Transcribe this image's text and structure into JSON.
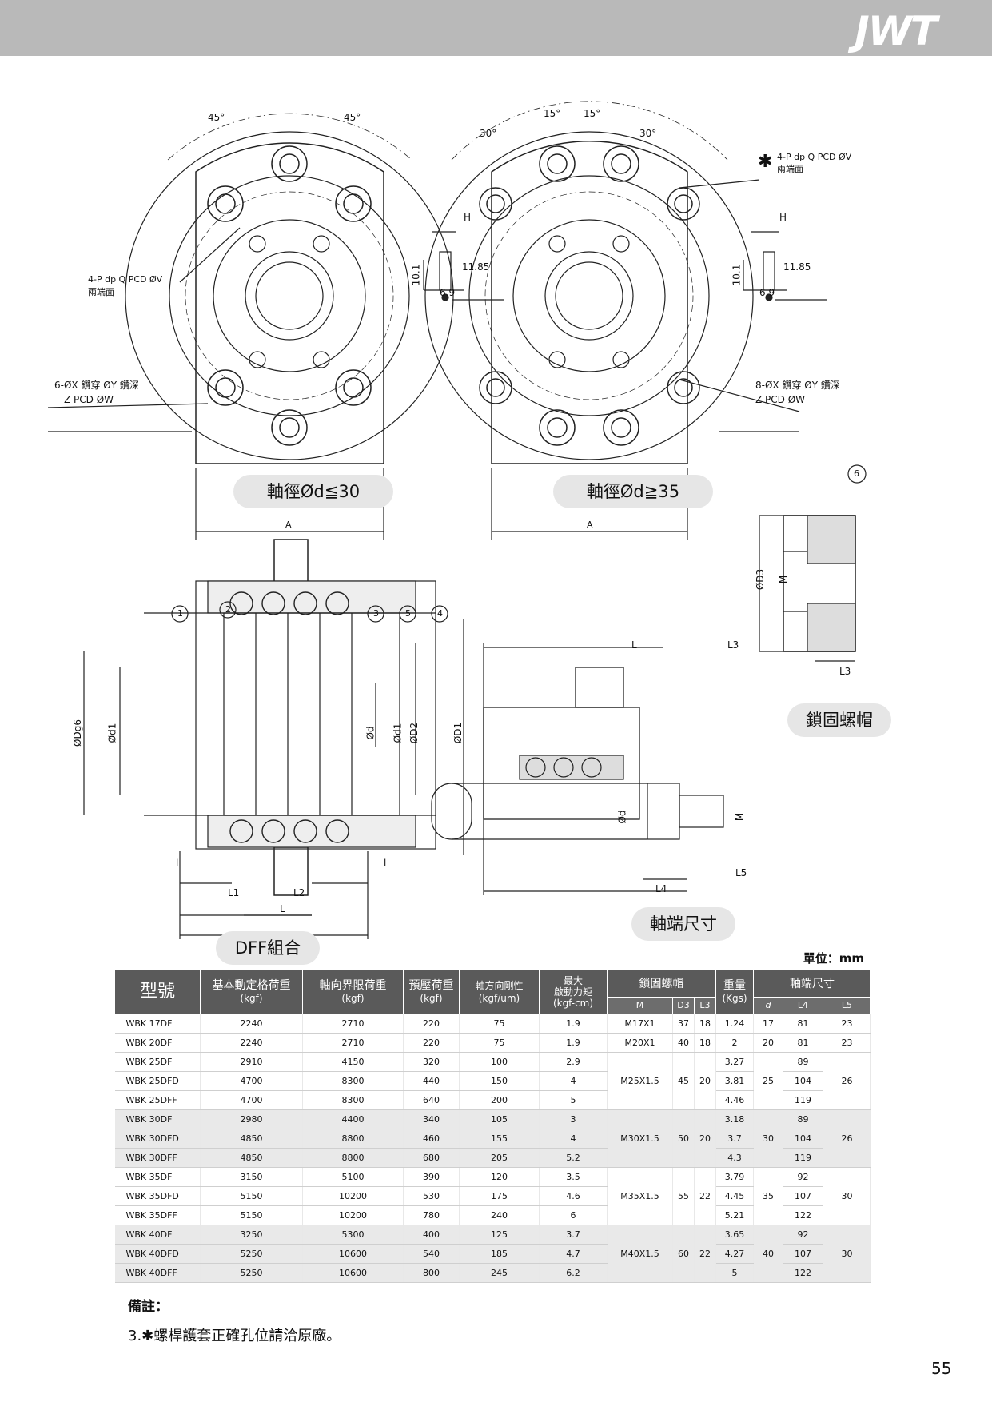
{
  "brand": "JWT",
  "drawing": {
    "left_view": {
      "angle_a": "45°",
      "angle_b": "45°",
      "callout_tap": "4-P dp Q PCD ØV",
      "callout_tap_sub": "兩端面",
      "callout_h": "H",
      "dim_1185": "11.85",
      "dim_101": "10.1",
      "dim_69": "6.9",
      "callout_holes": "6-ØX 鑽穿 ØY 鑽深",
      "callout_pcd": "Z PCD ØW",
      "dim_a": "A",
      "caption": "軸徑Ød≦30"
    },
    "right_view": {
      "angle_a": "30°",
      "angle_b": "15°",
      "angle_c": "15°",
      "angle_d": "30°",
      "callout_star": "✱",
      "callout_tap": "4-P dp Q PCD ØV",
      "callout_tap_sub": "兩端面",
      "callout_h": "H",
      "dim_1185": "11.85",
      "dim_101": "10.1",
      "dim_69": "6.9",
      "callout_holes": "8-ØX 鑽穿 ØY 鑽深",
      "callout_pcd": "Z PCD ØW",
      "dim_a": "A",
      "caption": "軸徑Ød≧35"
    },
    "locknut": {
      "balloon": "6",
      "dim_d3": "ØD3",
      "dim_m": "M",
      "dim_l3": "L3",
      "caption": "鎖固螺帽"
    },
    "section": {
      "balloons": [
        "1",
        "2",
        "3",
        "5",
        "4"
      ],
      "dim_dg6": "ØDg6",
      "dim_d1_left": "Ød1",
      "dim_d": "Ød",
      "dim_d1": "Ød1",
      "dim_d2": "ØD2",
      "dim_D1": "ØD1",
      "dim_l_left": "l",
      "dim_l_right": "l",
      "dim_L1": "L1",
      "dim_L2": "L2",
      "dim_L": "L",
      "caption": "DFF組合"
    },
    "shaft_end": {
      "dim_L": "L",
      "dim_L3": "L3",
      "dim_d": "Ød",
      "dim_M": "M",
      "dim_L5": "L5",
      "dim_L4": "L4",
      "caption": "軸端尺寸"
    }
  },
  "table": {
    "unit": "單位：mm",
    "headers": {
      "model": "型號",
      "dyn_load": "基本動定格荷重",
      "dyn_load_unit": "(kgf)",
      "axial_limit": "軸向界限荷重",
      "axial_limit_unit": "(kgf)",
      "preload": "預壓荷重",
      "preload_unit": "(kgf)",
      "stiffness": "軸方向剛性",
      "stiffness_unit": "(kgf/um)",
      "torque_1": "最大",
      "torque_2": "啟動力矩",
      "torque_unit": "(kgf-cm)",
      "locknut": "鎖固螺帽",
      "weight": "重量",
      "weight_unit": "(Kgs)",
      "shaft_end": "軸端尺寸",
      "sub_m": "M",
      "sub_d3": "D3",
      "sub_l3": "L3",
      "sub_d": "d",
      "sub_l4": "L4",
      "sub_l5": "L5"
    },
    "rows": [
      {
        "model": "WBK 17DF",
        "c1": "2240",
        "c2": "2710",
        "c3": "220",
        "c4": "75",
        "c5": "1.9",
        "m": "M17X1",
        "d3": "37",
        "l3": "18",
        "w": "1.24",
        "d": "17",
        "l4": "81",
        "l5": "23"
      },
      {
        "model": "WBK 20DF",
        "c1": "2240",
        "c2": "2710",
        "c3": "220",
        "c4": "75",
        "c5": "1.9",
        "m": "M20X1",
        "d3": "40",
        "l3": "18",
        "w": "2",
        "d": "20",
        "l4": "81",
        "l5": "23"
      },
      {
        "model": "WBK 25DF",
        "c1": "2910",
        "c2": "4150",
        "c3": "320",
        "c4": "100",
        "c5": "2.9",
        "w": "3.27",
        "l4": "89"
      },
      {
        "model": "WBK 25DFD",
        "c1": "4700",
        "c2": "8300",
        "c3": "440",
        "c4": "150",
        "c5": "4",
        "m": "M25X1.5",
        "d3": "45",
        "l3": "20",
        "w": "3.81",
        "d": "25",
        "l4": "104",
        "l5": "26"
      },
      {
        "model": "WBK 25DFF",
        "c1": "4700",
        "c2": "8300",
        "c3": "640",
        "c4": "200",
        "c5": "5",
        "w": "4.46",
        "l4": "119"
      },
      {
        "model": "WBK 30DF",
        "c1": "2980",
        "c2": "4400",
        "c3": "340",
        "c4": "105",
        "c5": "3",
        "w": "3.18",
        "l4": "89"
      },
      {
        "model": "WBK 30DFD",
        "c1": "4850",
        "c2": "8800",
        "c3": "460",
        "c4": "155",
        "c5": "4",
        "m": "M30X1.5",
        "d3": "50",
        "l3": "20",
        "w": "3.7",
        "d": "30",
        "l4": "104",
        "l5": "26"
      },
      {
        "model": "WBK 30DFF",
        "c1": "4850",
        "c2": "8800",
        "c3": "680",
        "c4": "205",
        "c5": "5.2",
        "w": "4.3",
        "l4": "119"
      },
      {
        "model": "WBK 35DF",
        "c1": "3150",
        "c2": "5100",
        "c3": "390",
        "c4": "120",
        "c5": "3.5",
        "w": "3.79",
        "l4": "92"
      },
      {
        "model": "WBK 35DFD",
        "c1": "5150",
        "c2": "10200",
        "c3": "530",
        "c4": "175",
        "c5": "4.6",
        "m": "M35X1.5",
        "d3": "55",
        "l3": "22",
        "w": "4.45",
        "d": "35",
        "l4": "107",
        "l5": "30"
      },
      {
        "model": "WBK 35DFF",
        "c1": "5150",
        "c2": "10200",
        "c3": "780",
        "c4": "240",
        "c5": "6",
        "w": "5.21",
        "l4": "122"
      },
      {
        "model": "WBK 40DF",
        "c1": "3250",
        "c2": "5300",
        "c3": "400",
        "c4": "125",
        "c5": "3.7",
        "w": "3.65",
        "l4": "92"
      },
      {
        "model": "WBK 40DFD",
        "c1": "5250",
        "c2": "10600",
        "c3": "540",
        "c4": "185",
        "c5": "4.7",
        "m": "M40X1.5",
        "d3": "60",
        "l3": "22",
        "w": "4.27",
        "d": "40",
        "l4": "107",
        "l5": "30"
      },
      {
        "model": "WBK 40DFF",
        "c1": "5250",
        "c2": "10600",
        "c3": "800",
        "c4": "245",
        "c5": "6.2",
        "w": "5",
        "l4": "122"
      }
    ]
  },
  "notes": {
    "title": "備註：",
    "line": "3.✱螺桿護套正確孔位請洽原廠。"
  },
  "page_number": "55"
}
